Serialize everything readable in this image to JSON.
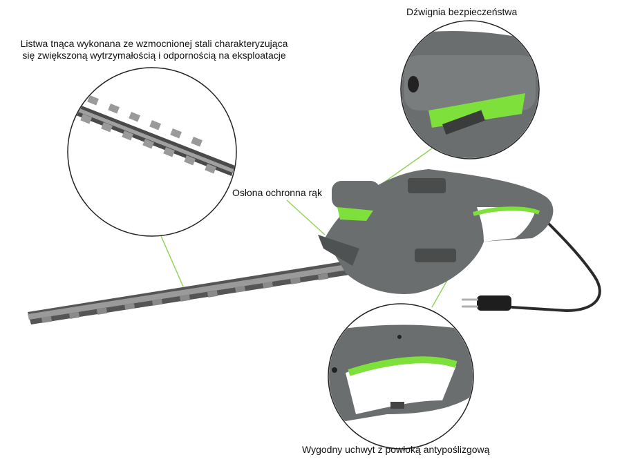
{
  "labels": {
    "blade_line1": "Listwa tnąca wykonana ze wzmocnionej stali charakteryzująca",
    "blade_line2": "się zwiększoną  wytrzymałością i odpornością na eksploatacje",
    "safety_lever": "Dźwignia bezpieczeństwa",
    "hand_guard": "Osłona ochronna rąk",
    "grip": "Wygodny uchwyt z powłoką antypoślizgową"
  },
  "icons": {
    "power-plug": "power-plug-icon"
  },
  "colors": {
    "body_gray": "#6b6e6e",
    "dark_gray": "#4a4c4c",
    "accent_green": "#7ee03a",
    "callout_line": "#8fd45a",
    "blade_steel": "#9a9a9a"
  }
}
